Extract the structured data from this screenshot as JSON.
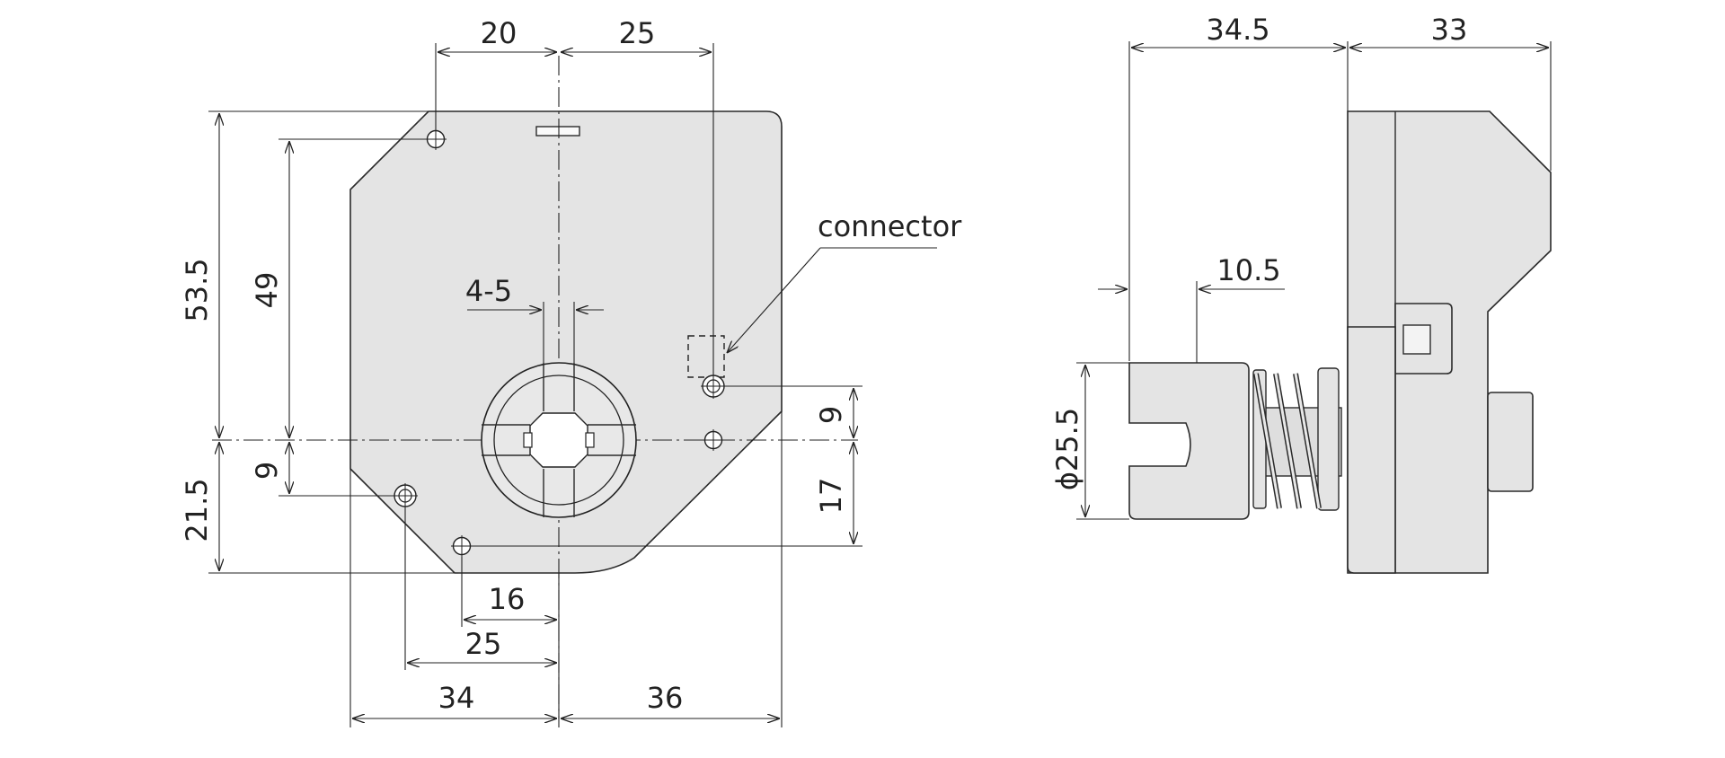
{
  "front_view": {
    "dims": {
      "top_left": "20",
      "top_right": "25",
      "height_total_top": "53.5",
      "height_hole": "49",
      "slot": "4-5",
      "right_9": "9",
      "right_17": "17",
      "left_9": "9",
      "height_total_bottom": "21.5",
      "bottom_16": "16",
      "bottom_25": "25",
      "bottom_34": "34",
      "bottom_36": "36"
    },
    "connector_label": "connector"
  },
  "side_view": {
    "dims": {
      "top_34_5": "34.5",
      "top_33": "33",
      "offset_10_5": "10.5",
      "diameter": "ϕ25.5"
    }
  }
}
